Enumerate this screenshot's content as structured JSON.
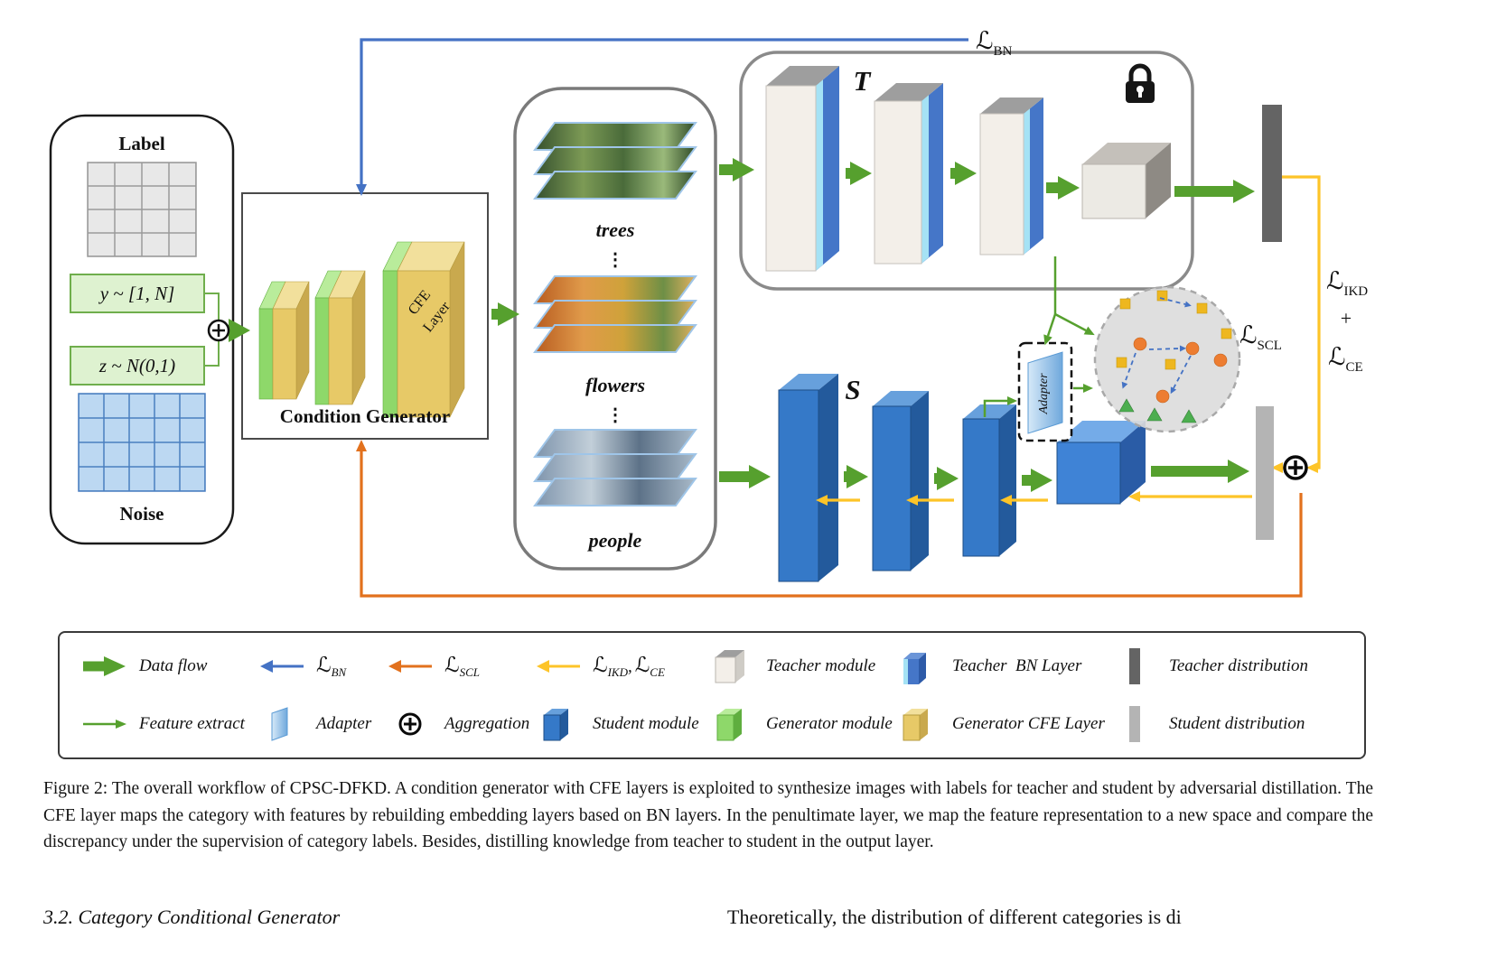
{
  "figure": {
    "label_panel": {
      "title": "Label",
      "y_formula": "y ~ [1, N]",
      "z_formula": "z ~ N(0,1)",
      "noise_title": "Noise"
    },
    "condition_generator": {
      "title": "Condition Generator",
      "cfe_line1": "CFE",
      "cfe_line2": "Layer"
    },
    "images_panel": {
      "trees_label": "trees",
      "flowers_label": "flowers",
      "people_label": "people",
      "dots": "⋮"
    },
    "teacher_symbol": "T",
    "student_symbol": "S",
    "adapter_label": "Adapter",
    "losses": {
      "bn_main": "ℒ",
      "bn_sub": "BN",
      "scl_main": "ℒ",
      "scl_sub": "SCL",
      "ikd_main": "ℒ",
      "ikd_sub": "IKD",
      "ce_main": "ℒ",
      "ce_sub": "CE",
      "plus": "+"
    }
  },
  "legend": {
    "data_flow": "Data flow",
    "l_main": "ℒ",
    "bn_sub": "BN",
    "scl_sub": "SCL",
    "ikd_sub": "IKD",
    "ce_sub": "CE",
    "comma": ",",
    "teacher_module": "Teacher module",
    "teacher_bn_layer": "Teacher  BN Layer",
    "teacher_distribution": "Teacher distribution",
    "feature_extract": "Feature extract",
    "adapter": "Adapter",
    "aggregation": "Aggregation",
    "student_module": "Student module",
    "generator_module": "Generator module",
    "generator_cfe_layer": "Generator CFE Layer",
    "student_distribution": "Student distribution"
  },
  "caption": "Figure 2: The overall workflow of CPSC-DFKD. A condition generator with CFE layers is exploited to synthesize images with labels for teacher and student by adversarial distillation. The CFE layer maps the category with features by rebuilding embedding layers based on BN layers. In the penultimate layer, we map the feature representation to a new space and compare the discrepancy under the supervision of category labels. Besides, distilling knowledge from teacher to student in the output layer.",
  "footer": {
    "left": "3.2. Category Conditional Generator",
    "right": "Theoretically, the distribution of different categories is di"
  },
  "colors": {
    "data_flow_green": "#56a02e",
    "loss_bn_blue": "#4472c4",
    "loss_scl_orange": "#e2711d",
    "loss_ikd_ce_yellow": "#fdc428"
  }
}
